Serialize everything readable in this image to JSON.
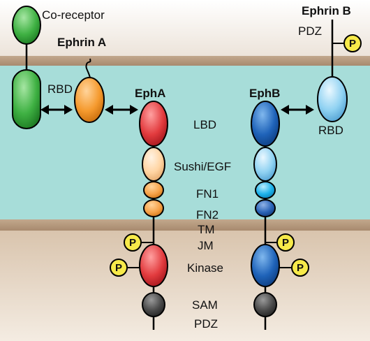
{
  "labels": {
    "co_receptor": "Co-receptor",
    "ephrin_a": "Ephrin A",
    "ephrin_b": "Ephrin B",
    "rbd_left": "RBD",
    "rbd_right": "RBD",
    "pdz_top": "PDZ",
    "epha": "EphA",
    "ephb": "EphB",
    "domains": {
      "lbd": "LBD",
      "sushi_egf": "Sushi/EGF",
      "fn1": "FN1",
      "fn2": "FN2",
      "tm": "TM",
      "jm": "JM",
      "kinase": "Kinase",
      "sam": "SAM",
      "pdz": "PDZ"
    },
    "phospho": "P"
  },
  "colors": {
    "background": "#ffffff",
    "extracellular": "#a6dcd8",
    "membrane": "#b59a7f",
    "cytoplasm": "#dfcbb6",
    "co_receptor": "#37a63a",
    "ephrin_a": "#f39a2e",
    "epha_lbd": "#e43b3e",
    "sushi": "#ffd7a8",
    "fn": "#f7a44d",
    "ephb_lbd": "#1e63b8",
    "ephb_sushi": "#86cdf0",
    "ephb_fn1": "#1fb1e8",
    "ephb_fn2": "#2a63b7",
    "ephrin_b": "#9fd9f6",
    "sam": "#444444",
    "phospho": "#f7ea4a"
  }
}
